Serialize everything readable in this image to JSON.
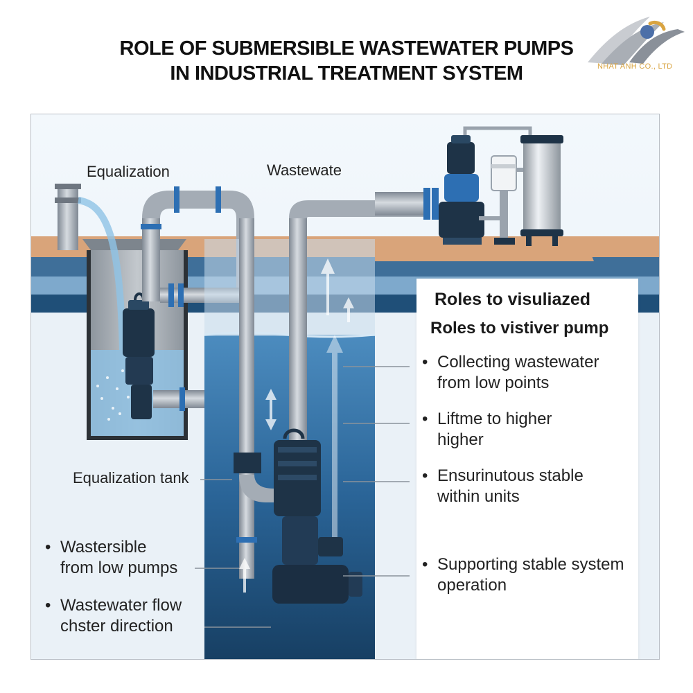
{
  "header": {
    "title_line1": "ROLE OF SUBMERSIBLE WASTEWATER PUMPS",
    "title_line2": "IN INDUSTRIAL TREATMENT SYSTEM"
  },
  "logo": {
    "company": "NHAT ANH CO., LTD"
  },
  "diagram": {
    "label_equalization": "Equalization",
    "label_wastewater": "Wastewate",
    "label_equalization_tank": "Equalization tank"
  },
  "left_notes": [
    {
      "bullet": "•",
      "line1": "Wastersible",
      "line2": "from low pumps"
    },
    {
      "bullet": "•",
      "line1": "Wastewater flow",
      "line2": "chster direction"
    }
  ],
  "roles_panel": {
    "title1": "Roles to visuliazed",
    "title2": "Roles to vistiver pump",
    "items": [
      {
        "bullet": "•",
        "line1": "Collecting wastewater",
        "line2": "from low points"
      },
      {
        "bullet": "•",
        "line1": "Liftme to higher",
        "line2": "higher"
      },
      {
        "bullet": "•",
        "line1": "Ensurinutous stable",
        "line2": "within units"
      },
      {
        "bullet": "•",
        "line1": "Supporting stable system",
        "line2": "operation"
      }
    ]
  },
  "colors": {
    "water_deep": "#1f4f78",
    "water_light": "#7fb3d9",
    "ground": "#d9a47a",
    "pipe": "#9aa3ad",
    "flange": "#2d6fb3",
    "pump": "#1e3347",
    "logo_accent": "#d9a441"
  }
}
